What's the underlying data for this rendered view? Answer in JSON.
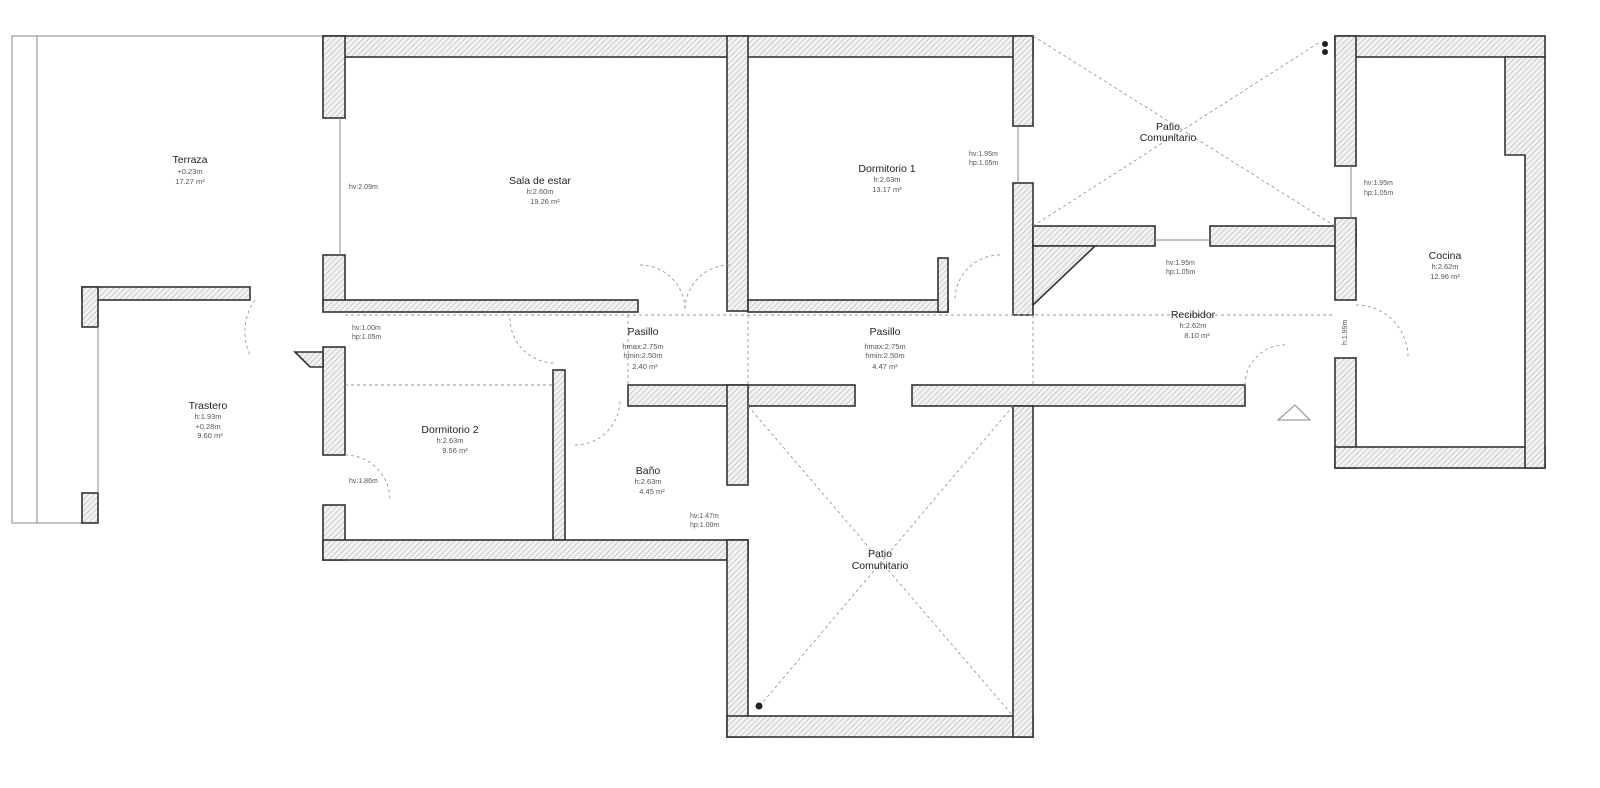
{
  "rooms": {
    "terraza": {
      "name": "Terraza",
      "l1": "+0.23m",
      "area": "17.27 m²"
    },
    "sala": {
      "name": "Sala de estar",
      "l1": "h:2.60m",
      "area": "19.26 m²"
    },
    "dorm1": {
      "name": "Dormitorio 1",
      "l1": "h:2.63m",
      "area": "13.17 m²"
    },
    "patio_top": {
      "name1": "Patio",
      "name2": "Comunitario"
    },
    "cocina": {
      "name": "Cocina",
      "l1": "h:2.62m",
      "area": "12.96 m²"
    },
    "recibidor": {
      "name": "Recibidor",
      "l1": "h:2.62m",
      "area": "8.10 m²"
    },
    "pasillo1": {
      "name": "Pasillo",
      "l1": "hmax:2.75m",
      "l2": "hmin:2.50m",
      "area": "2.40 m²"
    },
    "pasillo2": {
      "name": "Pasillo",
      "l1": "hmax:2.75m",
      "l2": "hmin:2.50m",
      "area": "4.47 m²"
    },
    "trastero": {
      "name": "Trastero",
      "l1": "h:1.93m",
      "l2": "+0.28m",
      "area": "9.60 m²"
    },
    "dorm2": {
      "name": "Dormitorio 2",
      "l1": "h:2.63m",
      "area": "9.56 m²"
    },
    "bano": {
      "name": "Baño",
      "l1": "h:2.63m",
      "area": "4.45 m²"
    },
    "patio_bottom": {
      "name1": "Patio",
      "name2": "Comunitario"
    }
  },
  "notes": {
    "sala_window": "hv:2.09m",
    "dorm1_window_hv": "hv:1.95m",
    "dorm1_window_hp": "hp:1.05m",
    "cocina_window_hv": "hv:1.95m",
    "cocina_window_hp": "hp:1.05m",
    "recibidor_window_hv": "hv:1.95m",
    "recibidor_window_hp": "hp:1.05m",
    "dorm2_window_hv": "hv:1.00m",
    "dorm2_window_hp": "hp:1.05m",
    "dorm2_door": "hv:1.86m",
    "bano_window_hv": "hv:1.47m",
    "bano_window_hp": "hp:1.00m",
    "cocina_door": "h:1.99m"
  }
}
